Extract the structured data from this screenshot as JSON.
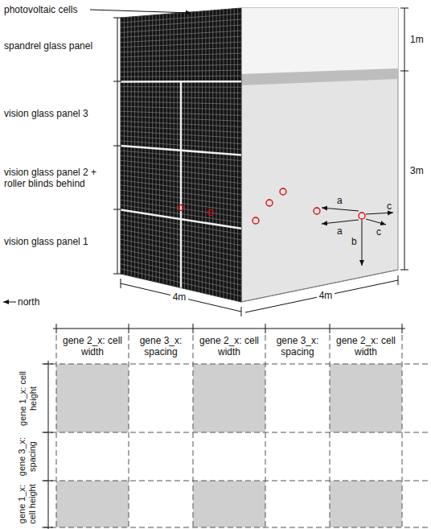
{
  "diagram": {
    "labels": [
      "photovoltaic cells",
      "spandrel glass panel",
      "1m",
      "vision glass panel 3",
      "3m",
      "vision glass panel 2 + roller blinds behind",
      "vision glass panel 1",
      "a",
      "a",
      "c",
      "c",
      "b",
      "north",
      "4m",
      "4m",
      "gene 2_x: cell width",
      "gene 3_x: spacing",
      "gene 2_x: cell width",
      "gene 3_x: spacing",
      "gene 2_x: cell width",
      "gene 1_x: cell height",
      "gene 3_x: spacing",
      "gene 1_x: cell height"
    ]
  }
}
